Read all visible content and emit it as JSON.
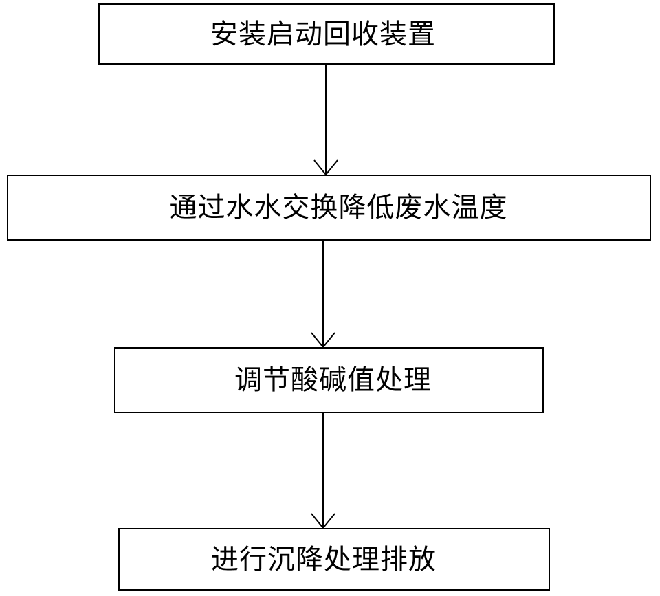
{
  "flowchart": {
    "steps": [
      {
        "label": "安装启动回收装置"
      },
      {
        "label": "通过水水交换降低废水温度"
      },
      {
        "label": "调节酸碱值处理"
      },
      {
        "label": "进行沉降处理排放"
      }
    ]
  },
  "colors": {
    "stroke": "#000000",
    "background": "#ffffff"
  }
}
